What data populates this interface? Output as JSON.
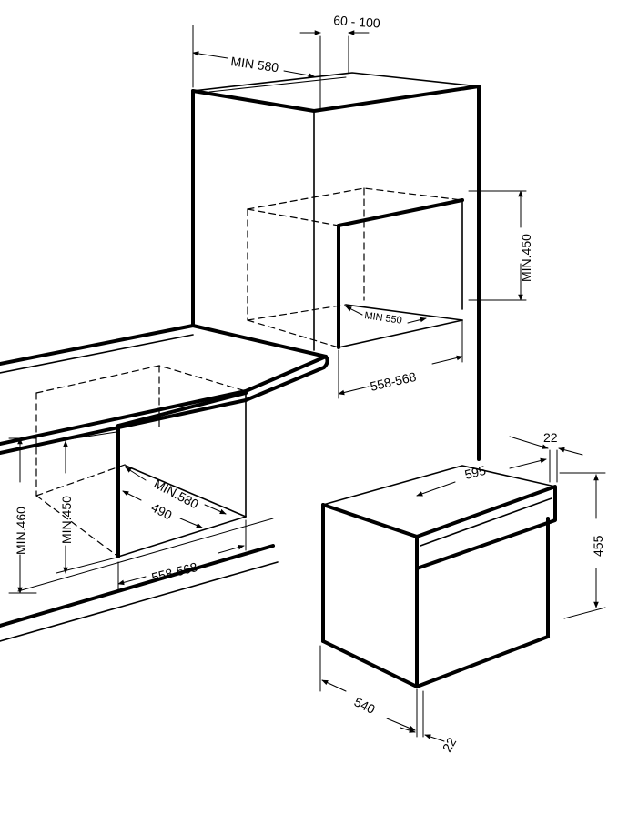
{
  "top": {
    "gap": "60 - 100",
    "depth": "MIN 580",
    "height": "MIN.450",
    "inner_depth": "MIN 550",
    "width": "558-568"
  },
  "under_counter": {
    "depth": "MIN.580",
    "inner_depth": "490",
    "height": "MIN.450",
    "floor_height": "MIN.460",
    "width": "558-568"
  },
  "oven": {
    "fascia": "22",
    "width": "595",
    "height": "455",
    "depth": "540",
    "bottom_fascia": "22"
  }
}
